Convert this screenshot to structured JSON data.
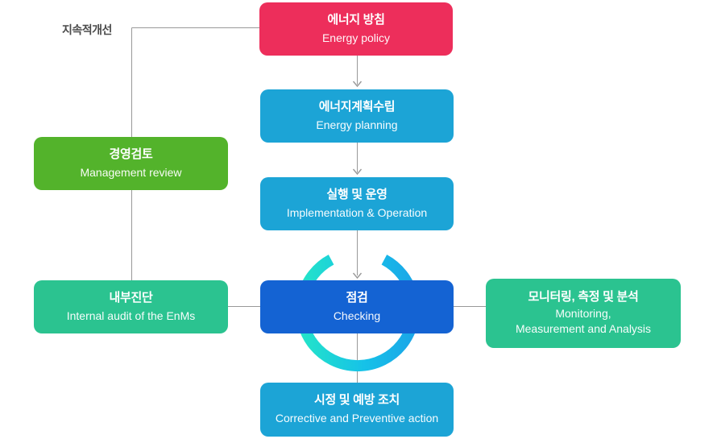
{
  "title_label": {
    "continuous_improvement": "지속적개선"
  },
  "colors": {
    "pink": "#ED2E5B",
    "sky": "#1CA4D6",
    "blue": "#1463D3",
    "green": "#53B32B",
    "teal": "#2BC390",
    "line": "#999999",
    "label_text": "#4A4A4A",
    "ring_start": "#25E7C6",
    "ring_mid": "#16C2E8",
    "ring_end": "#1BA3E8"
  },
  "nodes": {
    "energy_policy": {
      "ko": "에너지 방침",
      "en": "Energy policy"
    },
    "energy_planning": {
      "ko": "에너지계획수립",
      "en": "Energy planning"
    },
    "implementation": {
      "ko": "실행 및 운영",
      "en": "Implementation & Operation"
    },
    "checking": {
      "ko": "점검",
      "en": "Checking"
    },
    "corrective": {
      "ko": "시정 및 예방 조치",
      "en": "Corrective and Preventive action"
    },
    "management_review": {
      "ko": "경영검토",
      "en": "Management review"
    },
    "internal_audit": {
      "ko": "내부진단",
      "en": "Internal audit of the EnMs"
    },
    "monitoring": {
      "ko": "모니터링, 측정 및 분석",
      "en_line1": "Monitoring,",
      "en_line2": "Measurement and Analysis"
    }
  }
}
